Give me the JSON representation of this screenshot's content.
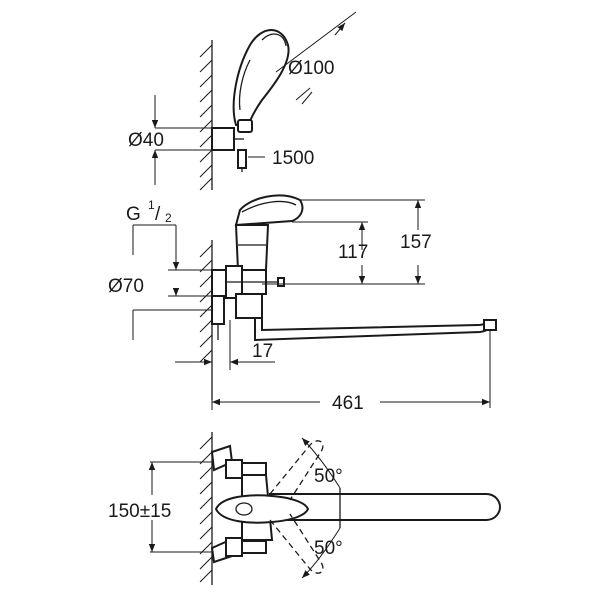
{
  "diagram": {
    "dimensions": {
      "shower_head_diameter": "Ø100",
      "wall_bracket_diameter": "Ø40",
      "hose_length": "1500",
      "thread_size_prefix": "G",
      "thread_size_num": "1",
      "thread_size_den": "2",
      "rosette_diameter": "Ø70",
      "spout_height": "117",
      "body_height": "157",
      "wall_offset": "17",
      "spout_projection": "461",
      "connection_centres": "150±15",
      "swivel_angle_upper": "50°",
      "swivel_angle_lower": "50°"
    },
    "colors": {
      "line": "#1a1a1a",
      "background": "#ffffff"
    }
  }
}
